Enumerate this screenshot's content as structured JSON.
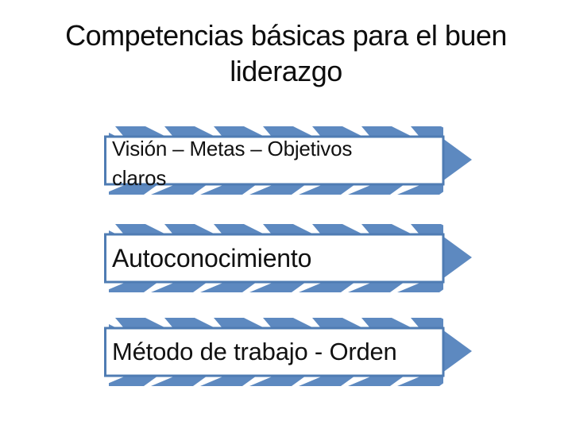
{
  "title": "Competencias básicas para el buen liderazgo",
  "colors": {
    "arrow_fill": "#5d89c0",
    "arrow_border": "#4f7cb3",
    "box_fill": "#ffffff",
    "notch_white": "#ffffff",
    "title_text": "#0d0d0d",
    "label_text": "#111111"
  },
  "arrows": [
    {
      "label": "Visión – Metas – Objetivos claros"
    },
    {
      "label": "Autoconocimiento"
    },
    {
      "label": "Método de trabajo - Orden"
    }
  ]
}
